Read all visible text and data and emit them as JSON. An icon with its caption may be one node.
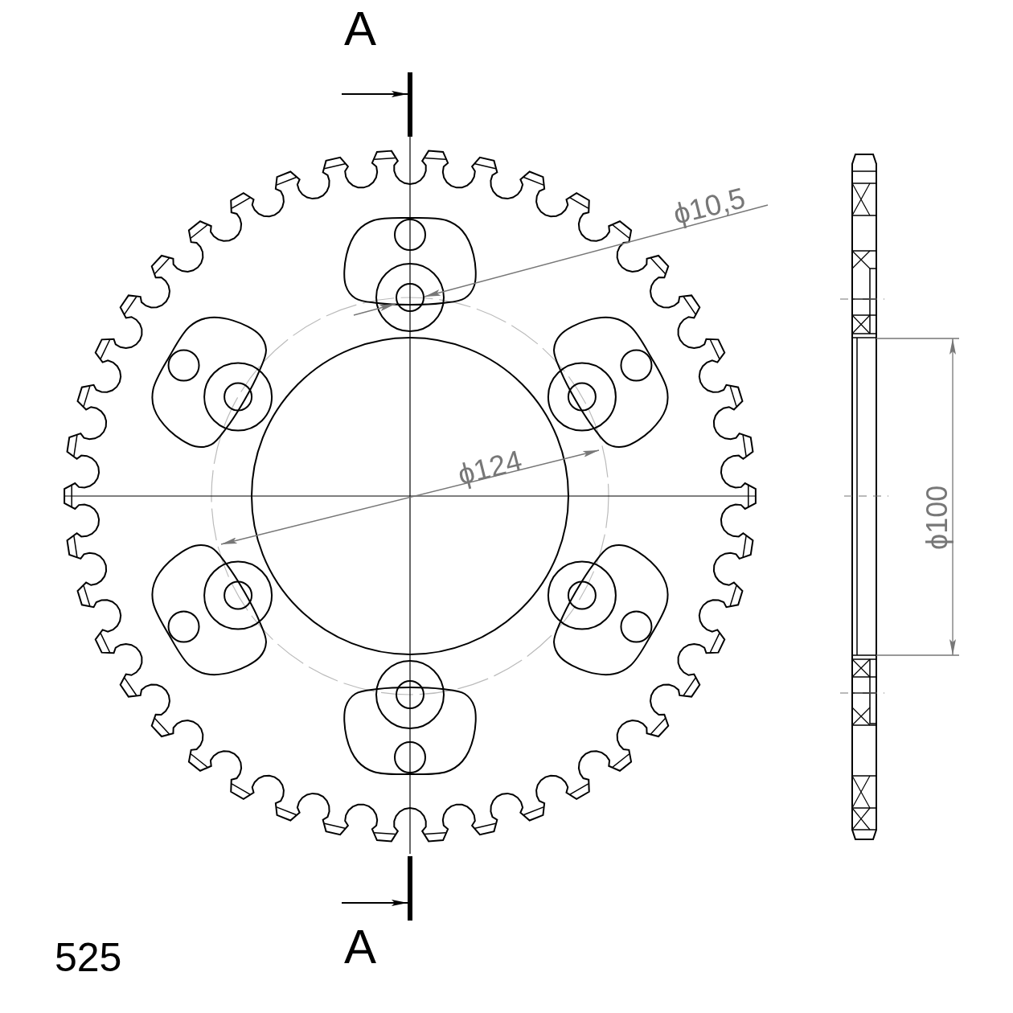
{
  "diagram": {
    "labels": [
      "A",
      "ϕ10,5",
      "ϕ124",
      "ϕ100",
      "A",
      "525"
    ]
  }
}
